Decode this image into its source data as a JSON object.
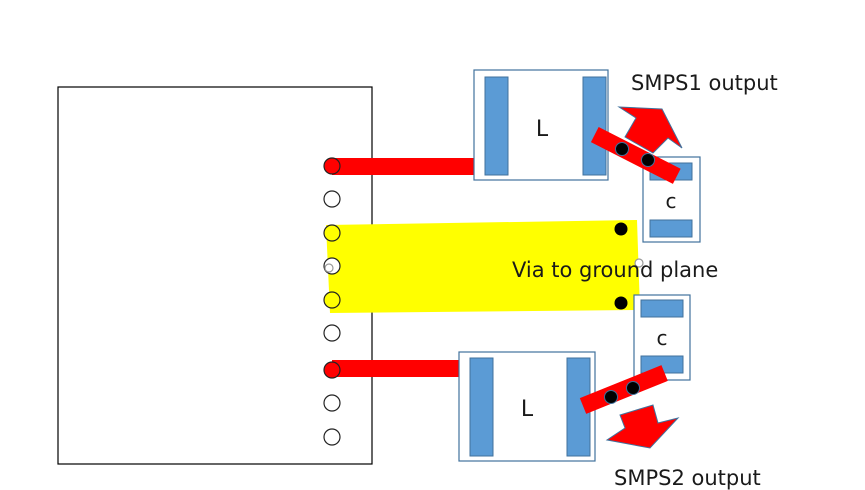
{
  "labels": {
    "smps1": "SMPS1 output",
    "smps2": "SMPS2 output",
    "via": "Via to ground plane",
    "inductor_top": "L",
    "inductor_bottom": "L",
    "cap_top": "c",
    "cap_bottom": "c"
  },
  "colors": {
    "trace": "#ff0000",
    "ground_plane": "#ffff00",
    "pad": "#5b9bd5",
    "pad_stroke": "#41719c",
    "via": "#000000"
  },
  "ic_pins": [
    "red",
    "white",
    "yellow",
    "white",
    "yellow",
    "white",
    "red",
    "white",
    "white"
  ]
}
